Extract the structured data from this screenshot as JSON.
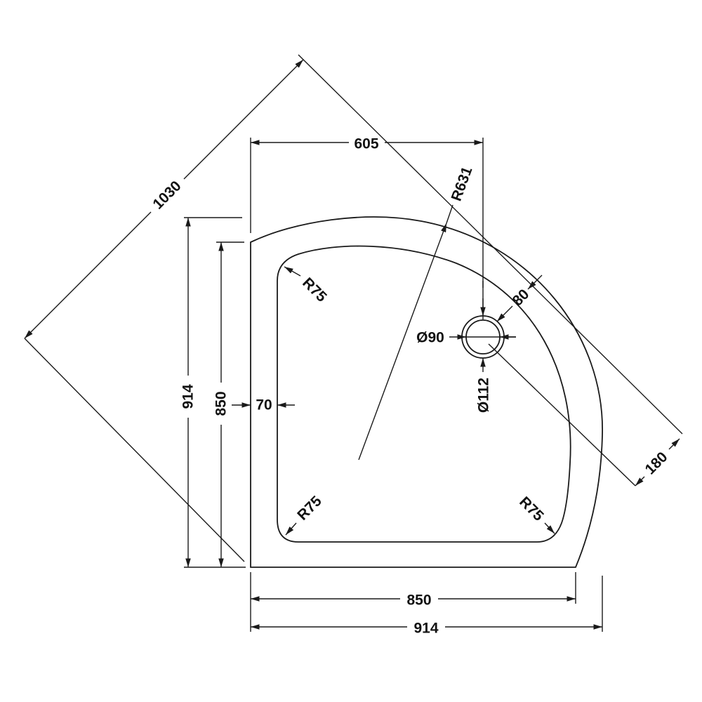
{
  "drawing": {
    "title": "Quadrant shower tray dimension drawing",
    "line_color": "#1a1a1a",
    "labels": {
      "diagonal": "1030",
      "drain_offset_x": "605",
      "arc_radius": "R631",
      "drain_edge": "80",
      "waste_inner": "Ø90",
      "waste_outer": "Ø112",
      "drain_diag": "180",
      "outer_height": "914",
      "inner_height": "850",
      "rim_width": "70",
      "corner_top_left": "R75",
      "corner_bottom_left": "R75",
      "corner_bottom_right": "R75",
      "inner_width": "850",
      "outer_width": "914"
    }
  }
}
